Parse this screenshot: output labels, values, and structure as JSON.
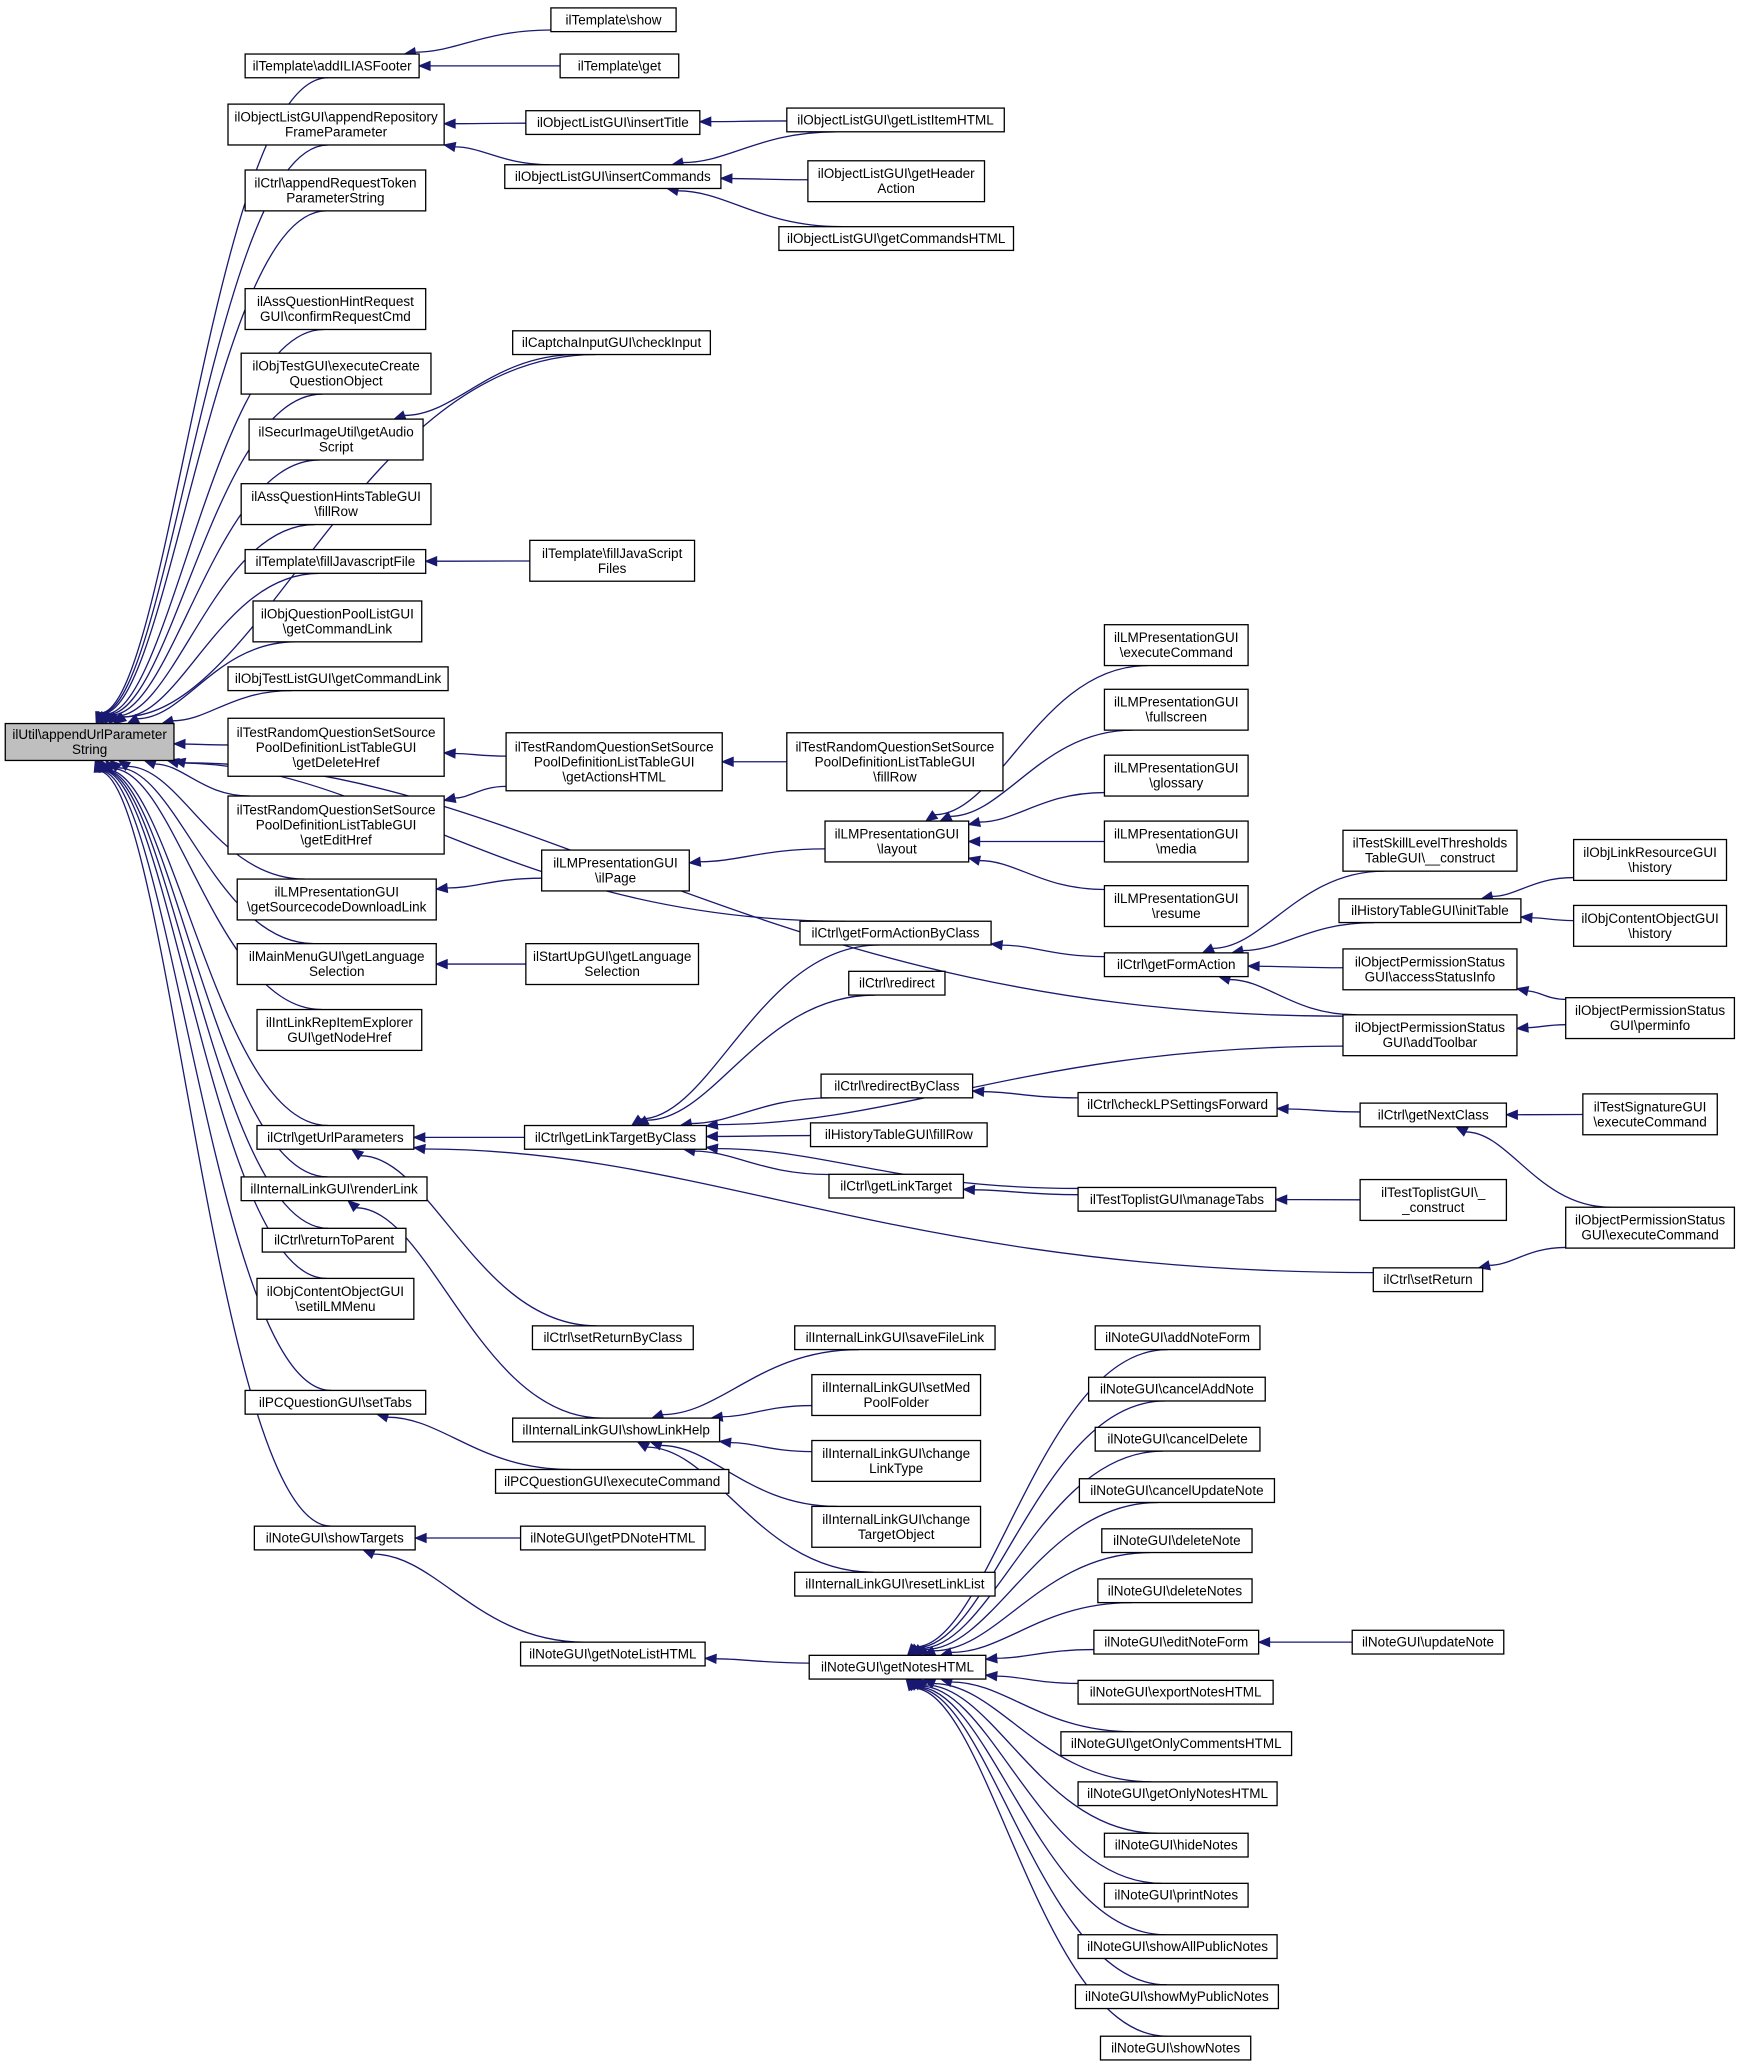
{
  "colors": {
    "edge": "#191970",
    "root_fill": "#bfbfbf",
    "node_fill": "#ffffff",
    "node_border": "#000000"
  },
  "graph": {
    "root": "n0",
    "nodes": [
      {
        "id": "n0",
        "lines": [
          "ilUtil\\appendUrlParameter",
          "String"
        ]
      },
      {
        "id": "n1",
        "lines": [
          "ilTemplate\\addILIASFooter"
        ]
      },
      {
        "id": "n2",
        "lines": [
          "ilObjectListGUI\\appendRepository",
          "FrameParameter"
        ]
      },
      {
        "id": "n3",
        "lines": [
          "ilCtrl\\appendRequestToken",
          "ParameterString"
        ]
      },
      {
        "id": "n4",
        "lines": [
          "ilAssQuestionHintRequest",
          "GUI\\confirmRequestCmd"
        ]
      },
      {
        "id": "n5",
        "lines": [
          "ilObjTestGUI\\executeCreate",
          "QuestionObject"
        ]
      },
      {
        "id": "n6",
        "lines": [
          "ilSecurImageUtil\\getAudio",
          "Script"
        ]
      },
      {
        "id": "n7",
        "lines": [
          "ilAssQuestionHintsTableGUI",
          "\\fillRow"
        ]
      },
      {
        "id": "n8",
        "lines": [
          "ilTemplate\\fillJavascriptFile"
        ]
      },
      {
        "id": "n9",
        "lines": [
          "ilObjQuestionPoolListGUI",
          "\\getCommandLink"
        ]
      },
      {
        "id": "n10",
        "lines": [
          "ilObjTestListGUI\\getCommandLink"
        ]
      },
      {
        "id": "n11",
        "lines": [
          "ilTestRandomQuestionSetSource",
          "PoolDefinitionListTableGUI",
          "\\getDeleteHref"
        ]
      },
      {
        "id": "n12",
        "lines": [
          "ilTestRandomQuestionSetSource",
          "PoolDefinitionListTableGUI",
          "\\getEditHref"
        ]
      },
      {
        "id": "n13",
        "lines": [
          "ilLMPresentationGUI",
          "\\getSourcecodeDownloadLink"
        ]
      },
      {
        "id": "n14",
        "lines": [
          "ilMainMenuGUI\\getLanguage",
          "Selection"
        ]
      },
      {
        "id": "n15",
        "lines": [
          "ilIntLinkRepItemExplorer",
          "GUI\\getNodeHref"
        ]
      },
      {
        "id": "n16",
        "lines": [
          "ilCtrl\\getUrlParameters"
        ]
      },
      {
        "id": "n17",
        "lines": [
          "ilInternalLinkGUI\\renderLink"
        ]
      },
      {
        "id": "n18",
        "lines": [
          "ilCtrl\\returnToParent"
        ]
      },
      {
        "id": "n19",
        "lines": [
          "ilObjContentObjectGUI",
          "\\setilLMMenu"
        ]
      },
      {
        "id": "n20",
        "lines": [
          "ilPCQuestionGUI\\setTabs"
        ]
      },
      {
        "id": "n21",
        "lines": [
          "ilNoteGUI\\showTargets"
        ]
      },
      {
        "id": "n22",
        "lines": [
          "ilTemplate\\show"
        ]
      },
      {
        "id": "n23",
        "lines": [
          "ilTemplate\\get"
        ]
      },
      {
        "id": "n24",
        "lines": [
          "ilObjectListGUI\\insertTitle"
        ]
      },
      {
        "id": "n25",
        "lines": [
          "ilObjectListGUI\\insertCommands"
        ]
      },
      {
        "id": "n26",
        "lines": [
          "ilObjectListGUI\\getListItemHTML"
        ]
      },
      {
        "id": "n27",
        "lines": [
          "ilObjectListGUI\\getHeader",
          "Action"
        ]
      },
      {
        "id": "n28",
        "lines": [
          "ilObjectListGUI\\getCommandsHTML"
        ]
      },
      {
        "id": "n29",
        "lines": [
          "ilCaptchaInputGUI\\checkInput"
        ]
      },
      {
        "id": "n30",
        "lines": [
          "ilTemplate\\fillJavaScript",
          "Files"
        ]
      },
      {
        "id": "n31",
        "lines": [
          "ilTestRandomQuestionSetSource",
          "PoolDefinitionListTableGUI",
          "\\getActionsHTML"
        ]
      },
      {
        "id": "n32",
        "lines": [
          "ilTestRandomQuestionSetSource",
          "PoolDefinitionListTableGUI",
          "\\fillRow"
        ]
      },
      {
        "id": "n33",
        "lines": [
          "ilLMPresentationGUI",
          "\\ilPage"
        ]
      },
      {
        "id": "n34",
        "lines": [
          "ilLMPresentationGUI",
          "\\layout"
        ]
      },
      {
        "id": "n35",
        "lines": [
          "ilLMPresentationGUI",
          "\\executeCommand"
        ]
      },
      {
        "id": "n36",
        "lines": [
          "ilLMPresentationGUI",
          "\\fullscreen"
        ]
      },
      {
        "id": "n37",
        "lines": [
          "ilLMPresentationGUI",
          "\\glossary"
        ]
      },
      {
        "id": "n38",
        "lines": [
          "ilLMPresentationGUI",
          "\\media"
        ]
      },
      {
        "id": "n39",
        "lines": [
          "ilLMPresentationGUI",
          "\\resume"
        ]
      },
      {
        "id": "n40",
        "lines": [
          "ilStartUpGUI\\getLanguage",
          "Selection"
        ]
      },
      {
        "id": "n41",
        "lines": [
          "ilCtrl\\getFormActionByClass"
        ]
      },
      {
        "id": "n42",
        "lines": [
          "ilCtrl\\getFormAction"
        ]
      },
      {
        "id": "n43",
        "lines": [
          "ilTestSkillLevelThresholds",
          "TableGUI\\__construct"
        ]
      },
      {
        "id": "n44",
        "lines": [
          "ilHistoryTableGUI\\initTable"
        ]
      },
      {
        "id": "n45",
        "lines": [
          "ilObjLinkResourceGUI",
          "\\history"
        ]
      },
      {
        "id": "n46",
        "lines": [
          "ilObjContentObjectGUI",
          "\\history"
        ]
      },
      {
        "id": "n47",
        "lines": [
          "ilObjectPermissionStatus",
          "GUI\\accessStatusInfo"
        ]
      },
      {
        "id": "n48",
        "lines": [
          "ilObjectPermissionStatus",
          "GUI\\addToolbar"
        ]
      },
      {
        "id": "n49",
        "lines": [
          "ilObjectPermissionStatus",
          "GUI\\perminfo"
        ]
      },
      {
        "id": "n50",
        "lines": [
          "ilCtrl\\redirect"
        ]
      },
      {
        "id": "n51",
        "lines": [
          "ilCtrl\\redirectByClass"
        ]
      },
      {
        "id": "n52",
        "lines": [
          "ilCtrl\\checkLPSettingsForward"
        ]
      },
      {
        "id": "n53",
        "lines": [
          "ilCtrl\\getNextClass"
        ]
      },
      {
        "id": "n54",
        "lines": [
          "ilTestSignatureGUI",
          "\\executeCommand"
        ]
      },
      {
        "id": "n55",
        "lines": [
          "ilCtrl\\getLinkTargetByClass"
        ]
      },
      {
        "id": "n56",
        "lines": [
          "ilHistoryTableGUI\\fillRow"
        ]
      },
      {
        "id": "n57",
        "lines": [
          "ilCtrl\\getLinkTarget"
        ]
      },
      {
        "id": "n58",
        "lines": [
          "ilTestToplistGUI\\manageTabs"
        ]
      },
      {
        "id": "n59",
        "lines": [
          "ilTestToplistGUI\\_",
          "_construct"
        ]
      },
      {
        "id": "n60",
        "lines": [
          "ilObjectPermissionStatus",
          "GUI\\executeCommand"
        ]
      },
      {
        "id": "n61",
        "lines": [
          "ilCtrl\\setReturn"
        ]
      },
      {
        "id": "n62",
        "lines": [
          "ilCtrl\\setReturnByClass"
        ]
      },
      {
        "id": "n63",
        "lines": [
          "ilInternalLinkGUI\\showLinkHelp"
        ]
      },
      {
        "id": "n64",
        "lines": [
          "ilInternalLinkGUI\\saveFileLink"
        ]
      },
      {
        "id": "n65",
        "lines": [
          "ilInternalLinkGUI\\setMed",
          "PoolFolder"
        ]
      },
      {
        "id": "n66",
        "lines": [
          "ilInternalLinkGUI\\change",
          "LinkType"
        ]
      },
      {
        "id": "n67",
        "lines": [
          "ilInternalLinkGUI\\change",
          "TargetObject"
        ]
      },
      {
        "id": "n68",
        "lines": [
          "ilInternalLinkGUI\\resetLinkList"
        ]
      },
      {
        "id": "n69",
        "lines": [
          "ilPCQuestionGUI\\executeCommand"
        ]
      },
      {
        "id": "n70",
        "lines": [
          "ilNoteGUI\\getPDNoteHTML"
        ]
      },
      {
        "id": "n71",
        "lines": [
          "ilNoteGUI\\getNoteListHTML"
        ]
      },
      {
        "id": "n72",
        "lines": [
          "ilNoteGUI\\getNotesHTML"
        ]
      },
      {
        "id": "n73",
        "lines": [
          "ilNoteGUI\\addNoteForm"
        ]
      },
      {
        "id": "n74",
        "lines": [
          "ilNoteGUI\\cancelAddNote"
        ]
      },
      {
        "id": "n75",
        "lines": [
          "ilNoteGUI\\cancelDelete"
        ]
      },
      {
        "id": "n76",
        "lines": [
          "ilNoteGUI\\cancelUpdateNote"
        ]
      },
      {
        "id": "n77",
        "lines": [
          "ilNoteGUI\\deleteNote"
        ]
      },
      {
        "id": "n78",
        "lines": [
          "ilNoteGUI\\deleteNotes"
        ]
      },
      {
        "id": "n79",
        "lines": [
          "ilNoteGUI\\editNoteForm"
        ]
      },
      {
        "id": "n80",
        "lines": [
          "ilNoteGUI\\updateNote"
        ]
      },
      {
        "id": "n81",
        "lines": [
          "ilNoteGUI\\exportNotesHTML"
        ]
      },
      {
        "id": "n82",
        "lines": [
          "ilNoteGUI\\getOnlyCommentsHTML"
        ]
      },
      {
        "id": "n83",
        "lines": [
          "ilNoteGUI\\getOnlyNotesHTML"
        ]
      },
      {
        "id": "n84",
        "lines": [
          "ilNoteGUI\\hideNotes"
        ]
      },
      {
        "id": "n85",
        "lines": [
          "ilNoteGUI\\printNotes"
        ]
      },
      {
        "id": "n86",
        "lines": [
          "ilNoteGUI\\showAllPublicNotes"
        ]
      },
      {
        "id": "n87",
        "lines": [
          "ilNoteGUI\\showMyPublicNotes"
        ]
      },
      {
        "id": "n88",
        "lines": [
          "ilNoteGUI\\showNotes"
        ]
      }
    ],
    "edges": [
      [
        "n0",
        "n1"
      ],
      [
        "n0",
        "n2"
      ],
      [
        "n0",
        "n3"
      ],
      [
        "n0",
        "n4"
      ],
      [
        "n0",
        "n5"
      ],
      [
        "n0",
        "n6"
      ],
      [
        "n0",
        "n7"
      ],
      [
        "n0",
        "n8"
      ],
      [
        "n0",
        "n9"
      ],
      [
        "n0",
        "n10"
      ],
      [
        "n0",
        "n11"
      ],
      [
        "n0",
        "n12"
      ],
      [
        "n0",
        "n13"
      ],
      [
        "n0",
        "n14"
      ],
      [
        "n0",
        "n15"
      ],
      [
        "n0",
        "n16"
      ],
      [
        "n0",
        "n17"
      ],
      [
        "n0",
        "n18"
      ],
      [
        "n0",
        "n19"
      ],
      [
        "n0",
        "n20"
      ],
      [
        "n0",
        "n21"
      ],
      [
        "n0",
        "n29"
      ],
      [
        "n0",
        "n41"
      ],
      [
        "n0",
        "n48"
      ],
      [
        "n1",
        "n22"
      ],
      [
        "n1",
        "n23"
      ],
      [
        "n2",
        "n24"
      ],
      [
        "n2",
        "n25"
      ],
      [
        "n24",
        "n26"
      ],
      [
        "n25",
        "n26"
      ],
      [
        "n25",
        "n27"
      ],
      [
        "n25",
        "n28"
      ],
      [
        "n6",
        "n29"
      ],
      [
        "n8",
        "n30"
      ],
      [
        "n11",
        "n31"
      ],
      [
        "n12",
        "n31"
      ],
      [
        "n31",
        "n32"
      ],
      [
        "n13",
        "n33"
      ],
      [
        "n33",
        "n34"
      ],
      [
        "n34",
        "n35"
      ],
      [
        "n34",
        "n36"
      ],
      [
        "n34",
        "n37"
      ],
      [
        "n34",
        "n38"
      ],
      [
        "n34",
        "n39"
      ],
      [
        "n14",
        "n40"
      ],
      [
        "n41",
        "n42"
      ],
      [
        "n42",
        "n43"
      ],
      [
        "n42",
        "n44"
      ],
      [
        "n42",
        "n47"
      ],
      [
        "n42",
        "n48"
      ],
      [
        "n44",
        "n45"
      ],
      [
        "n44",
        "n46"
      ],
      [
        "n47",
        "n49"
      ],
      [
        "n48",
        "n49"
      ],
      [
        "n16",
        "n55"
      ],
      [
        "n16",
        "n61"
      ],
      [
        "n16",
        "n62"
      ],
      [
        "n55",
        "n41"
      ],
      [
        "n55",
        "n50"
      ],
      [
        "n55",
        "n48"
      ],
      [
        "n55",
        "n51"
      ],
      [
        "n55",
        "n56"
      ],
      [
        "n55",
        "n57"
      ],
      [
        "n55",
        "n58"
      ],
      [
        "n51",
        "n52"
      ],
      [
        "n52",
        "n53"
      ],
      [
        "n53",
        "n54"
      ],
      [
        "n53",
        "n60"
      ],
      [
        "n57",
        "n58"
      ],
      [
        "n58",
        "n59"
      ],
      [
        "n61",
        "n60"
      ],
      [
        "n17",
        "n63"
      ],
      [
        "n63",
        "n64"
      ],
      [
        "n63",
        "n65"
      ],
      [
        "n63",
        "n66"
      ],
      [
        "n63",
        "n67"
      ],
      [
        "n63",
        "n68"
      ],
      [
        "n20",
        "n69"
      ],
      [
        "n21",
        "n70"
      ],
      [
        "n21",
        "n71"
      ],
      [
        "n71",
        "n72"
      ],
      [
        "n72",
        "n73"
      ],
      [
        "n72",
        "n74"
      ],
      [
        "n72",
        "n75"
      ],
      [
        "n72",
        "n76"
      ],
      [
        "n72",
        "n77"
      ],
      [
        "n72",
        "n78"
      ],
      [
        "n72",
        "n79"
      ],
      [
        "n72",
        "n81"
      ],
      [
        "n72",
        "n82"
      ],
      [
        "n72",
        "n83"
      ],
      [
        "n72",
        "n84"
      ],
      [
        "n72",
        "n85"
      ],
      [
        "n72",
        "n86"
      ],
      [
        "n72",
        "n87"
      ],
      [
        "n72",
        "n88"
      ],
      [
        "n79",
        "n80"
      ]
    ]
  }
}
